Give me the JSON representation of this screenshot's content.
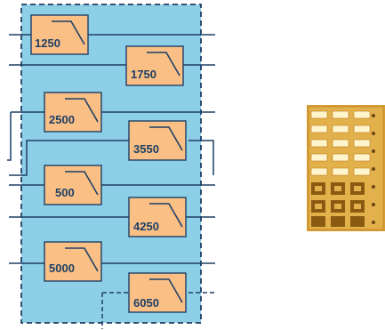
{
  "diagram": {
    "colors": {
      "panel_fill": "#8ecfe8",
      "panel_border": "#1e3f66",
      "line": "#1e3f66",
      "filter_fill": "#f9bf84",
      "filter_border": "#1e3f66",
      "chip_gold": "#dba640"
    },
    "filters": [
      {
        "label": "1250"
      },
      {
        "label": "1750"
      },
      {
        "label": "2500"
      },
      {
        "label": "3550"
      },
      {
        "label": "500"
      },
      {
        "label": "4250"
      },
      {
        "label": "5000"
      },
      {
        "label": "6050"
      }
    ],
    "chip": {
      "icon": "filter-chip-photo"
    }
  }
}
